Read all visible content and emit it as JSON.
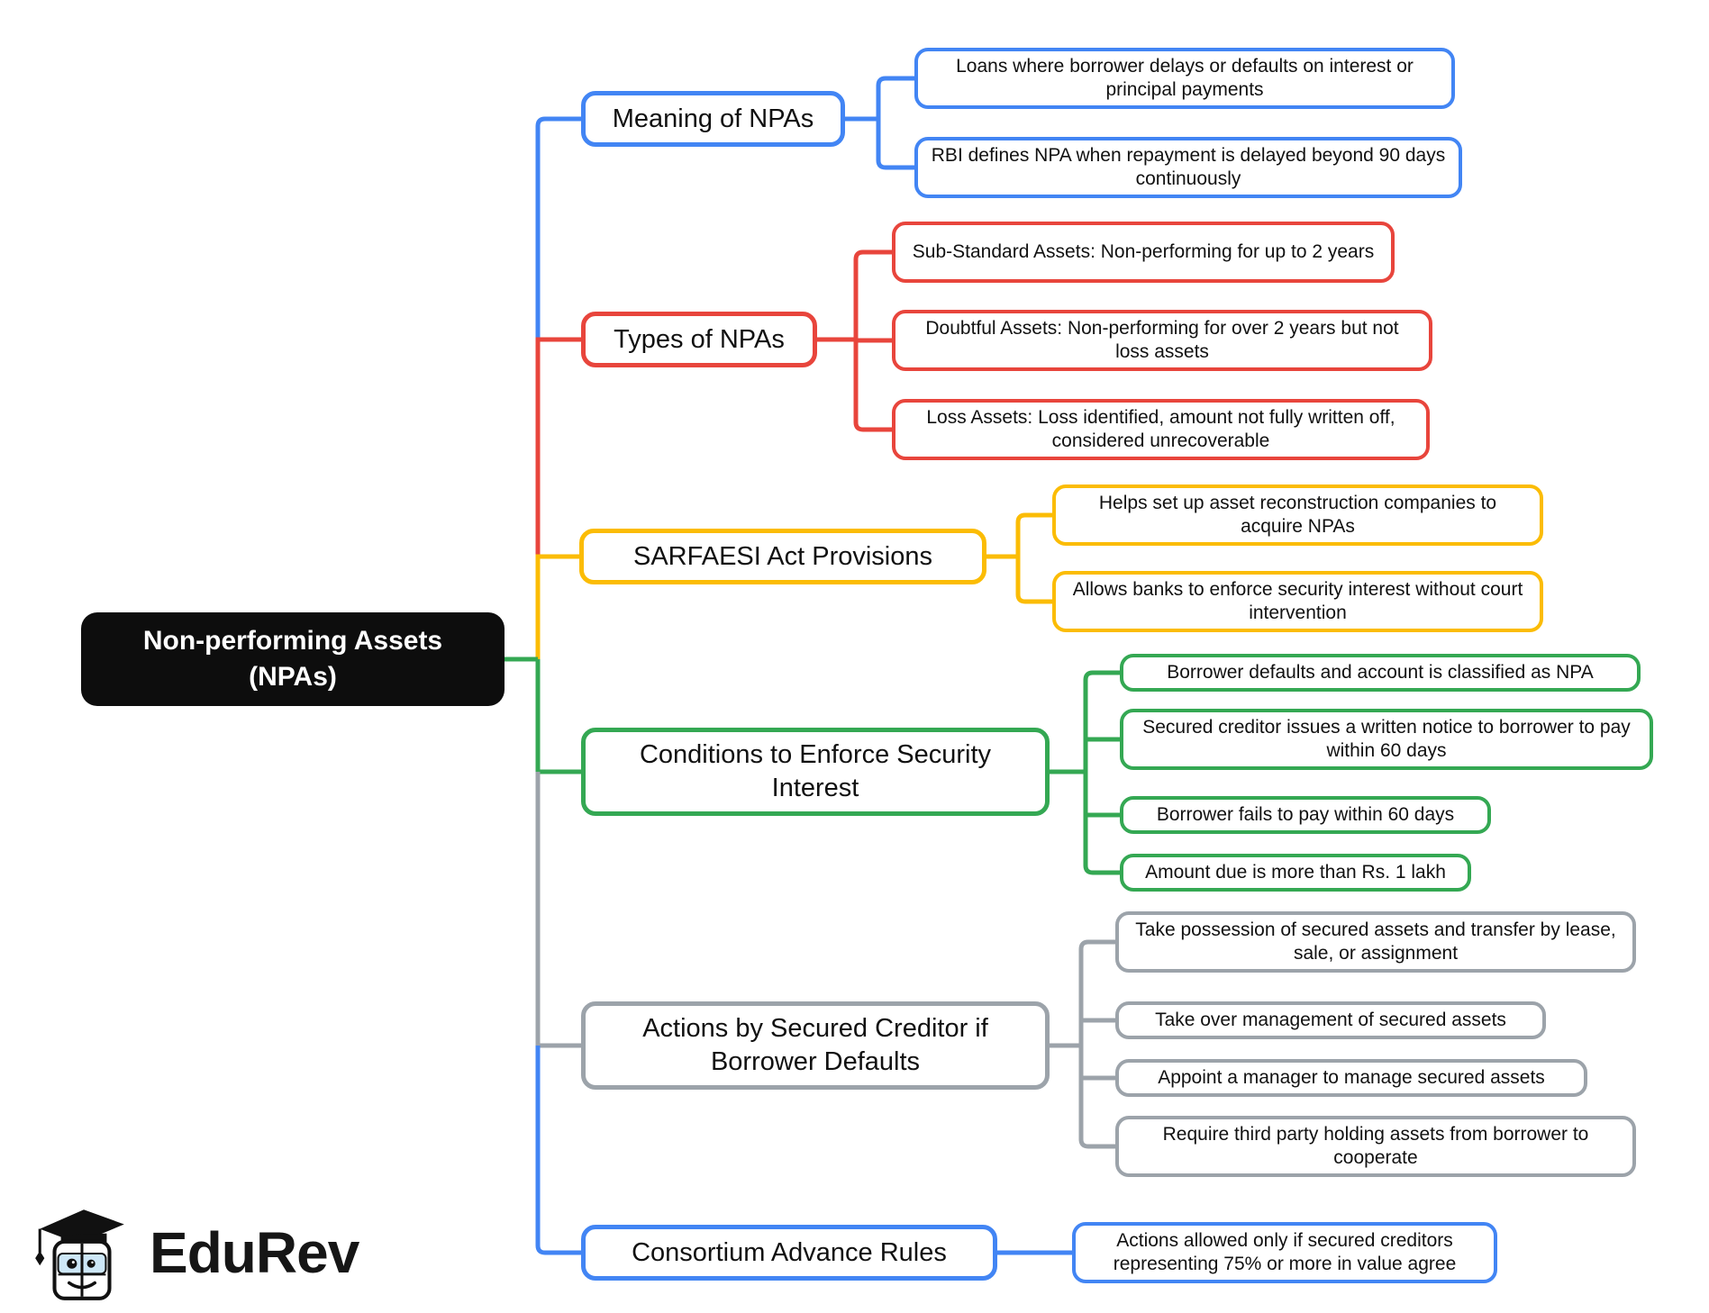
{
  "root": {
    "label": "Non-performing Assets (NPAs)"
  },
  "branches": [
    {
      "label": "Meaning of NPAs",
      "color": "#4285F4",
      "children": [
        "Loans where borrower delays or defaults on interest or principal payments",
        "RBI defines NPA when repayment is delayed beyond 90 days continuously"
      ]
    },
    {
      "label": "Types of NPAs",
      "color": "#E8453C",
      "children": [
        "Sub-Standard Assets: Non-performing for up to 2 years",
        "Doubtful Assets: Non-performing for over 2 years but not loss assets",
        "Loss Assets: Loss identified, amount not fully written off, considered unrecoverable"
      ]
    },
    {
      "label": "SARFAESI Act Provisions",
      "color": "#FBBC05",
      "children": [
        "Helps set up asset reconstruction companies to acquire NPAs",
        "Allows banks to enforce security interest without court intervention"
      ]
    },
    {
      "label": "Conditions to Enforce Security Interest",
      "color": "#34A853",
      "children": [
        "Borrower defaults and account is classified as NPA",
        "Secured creditor issues a written notice to borrower to pay within 60 days",
        "Borrower fails to pay within 60 days",
        "Amount due is more than Rs. 1 lakh"
      ]
    },
    {
      "label": "Actions by Secured Creditor if Borrower Defaults",
      "color": "#9CA3AA",
      "children": [
        "Take possession of secured assets and transfer by lease, sale, or assignment",
        "Take over management of secured assets",
        "Appoint a manager to manage secured assets",
        "Require third party holding assets from borrower to cooperate"
      ]
    },
    {
      "label": "Consortium Advance Rules",
      "color": "#4285F4",
      "children": [
        "Actions allowed only if secured creditors representing 75% or more in value agree"
      ]
    }
  ],
  "logo": {
    "wordmark": "EduRev"
  }
}
